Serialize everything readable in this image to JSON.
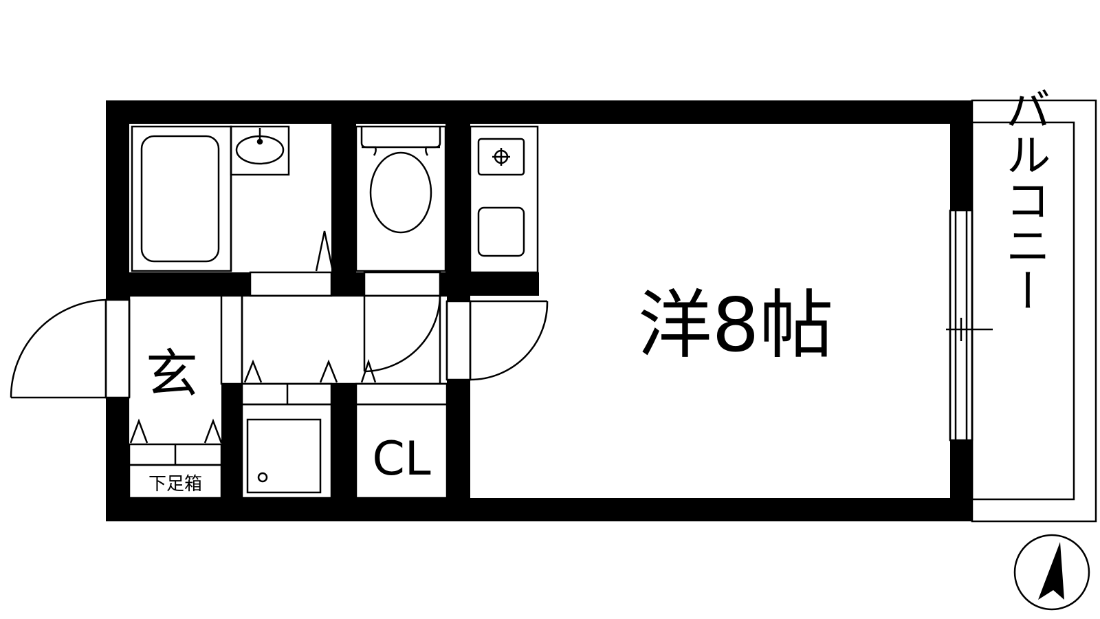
{
  "rooms": {
    "western": {
      "label": "洋8帖"
    },
    "entrance": {
      "label": "玄"
    },
    "shoe_box": {
      "label": "下足箱"
    },
    "closet": {
      "label": "CL"
    },
    "balcony": {
      "label": "バルコニー"
    }
  },
  "compass": {
    "icon": "north-arrow-icon"
  },
  "colors": {
    "wall": "#000000",
    "line": "#000000",
    "background": "#ffffff"
  }
}
